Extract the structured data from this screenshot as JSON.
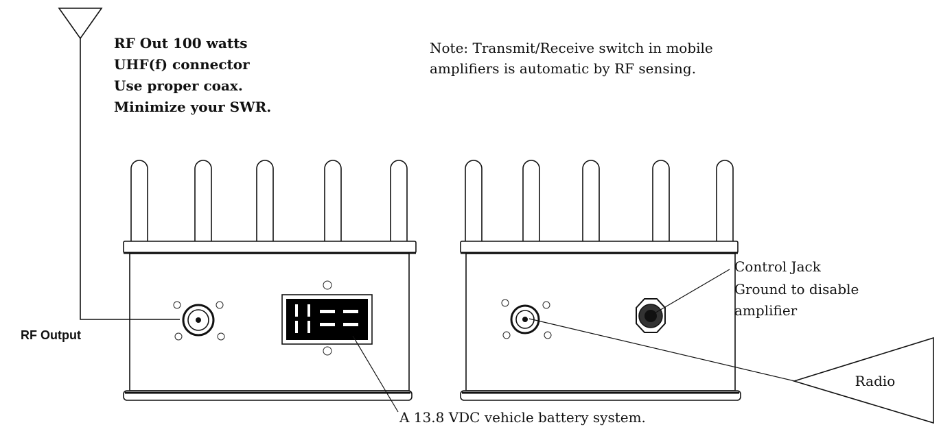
{
  "labels": {
    "rf_out_lines": [
      "RF Out 100 watts",
      "UHF(f) connector",
      "Use proper coax.",
      "Minimize your SWR."
    ],
    "note_lines": [
      "Note: Transmit/Receive switch in mobile",
      "amplifiers is automatic by RF sensing."
    ],
    "control_jack_lines": [
      "Control Jack",
      "Ground to disable",
      "amplifier"
    ],
    "rf_output": "RF Output",
    "radio": "Radio",
    "battery": "A 13.8 VDC vehicle battery system."
  },
  "colors": {
    "ink": "#111111",
    "panel": "#ffffff",
    "meter": "#000000",
    "jack": "#333333"
  },
  "icons": {
    "antenna": "antenna-icon",
    "rf_connector": "uhf-connector-icon",
    "meter": "seven-segment-display-icon",
    "control_jack": "hex-jack-icon",
    "screws": "screw-icon"
  }
}
